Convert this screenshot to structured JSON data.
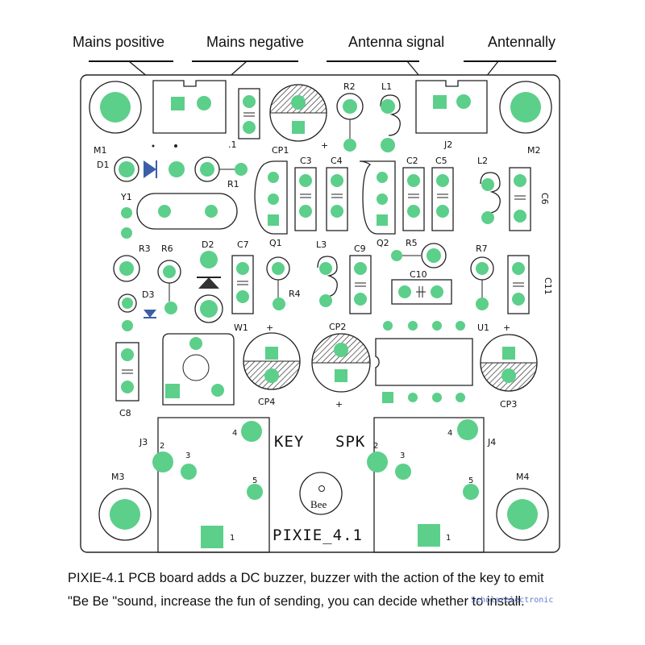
{
  "callouts": {
    "mains_positive": "Mains positive",
    "mains_negative": "Mains negative",
    "antenna_signal": "Antenna signal",
    "antennally": "Antennally"
  },
  "board": {
    "key_label": "KEY",
    "spk_label": "SPK",
    "name": "PIXIE_4.1",
    "buzzer_text": "Bee",
    "components": {
      "M1": "M1",
      "M2": "M2",
      "M3": "M3",
      "M4": "M4",
      "D1": "D1",
      "D2": "D2",
      "D3": "D3",
      "R1": "R1",
      "R2": "R2",
      "R3": "R3",
      "R4": "R4",
      "R5": "R5",
      "R6": "R6",
      "R7": "R7",
      "L1": "L1",
      "L2": "L2",
      "L3": "L3",
      "C2": "C2",
      "C3": "C3",
      "C4": "C4",
      "C5": "C5",
      "C6": "C6",
      "C7": "C7",
      "C8": "C8",
      "C9": "C9",
      "C10": "C10",
      "C11": "C11",
      "CP1": "CP1",
      "CP2": "CP2",
      "CP3": "CP3",
      "CP4": "CP4",
      "Q1": "Q1",
      "Q2": "Q2",
      "Y1": "Y1",
      "W1": "W1",
      "U1": "U1",
      "J2": "J2",
      "J3": "J3",
      "J4": "J4",
      "J1_partial": ".1"
    },
    "plus": "+",
    "pins": {
      "p1": "1",
      "p2": "2",
      "p3": "3",
      "p4": "4",
      "p5": "5"
    }
  },
  "caption": {
    "line1": "PIXIE-4.1 PCB board adds a DC buzzer, buzzer with the action of the key to emit",
    "line2": "\"Be Be \"sound, increase the fun of sending, you can decide whether to install."
  },
  "watermark": "Scholarelectronic",
  "colors": {
    "pad": "#5ccf8a",
    "silkscreen": "#222222",
    "background": "#ffffff"
  }
}
